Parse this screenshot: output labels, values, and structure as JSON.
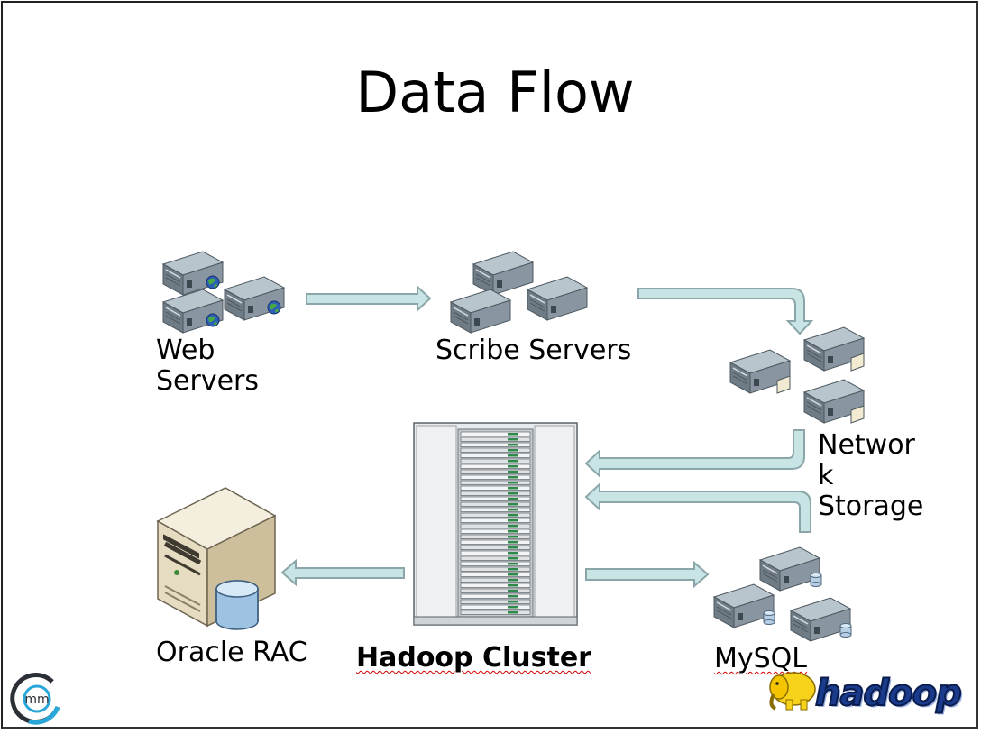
{
  "slide": {
    "title": "Data Flow"
  },
  "nodes": {
    "web_servers": "Web\nServers",
    "scribe_servers": "Scribe Servers",
    "network_storage": "Networ\nk\nStorage",
    "hadoop_cluster": "Hadoop Cluster",
    "oracle_rac": "Oracle RAC",
    "mysql": "MySQL"
  },
  "logos": {
    "mm": "mm",
    "hadoop": "hadoop"
  },
  "colors": {
    "arrow_fill": "#c9e4e4",
    "arrow_stroke": "#8aa6a8",
    "server_body": "#7c8994",
    "server_top": "#b9c5cc"
  }
}
